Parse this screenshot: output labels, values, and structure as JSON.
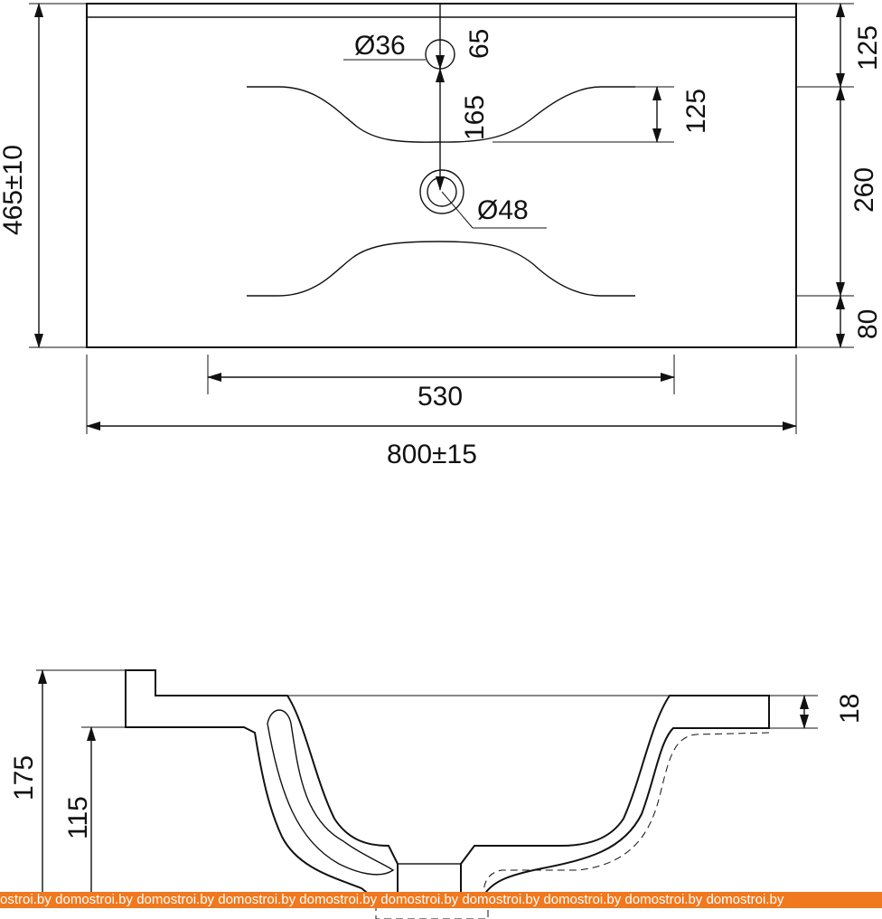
{
  "top_view": {
    "overall_depth": "465±10",
    "overall_width": "800±15",
    "basin_width": "530",
    "overflow_diameter": "Ø36",
    "overflow_offset": "65",
    "drain_diameter": "Ø48",
    "overflow_to_drain": "165",
    "right_dim_top": "125",
    "right_dim_middle": "260",
    "right_dim_bottom": "80",
    "basin_inner_dim": "125"
  },
  "section_view": {
    "total_height": "175",
    "body_height": "115",
    "rim_thickness": "18"
  },
  "watermark": {
    "text": "domostroi.by",
    "leading_fragment": "ostroi.by",
    "repeat": 9,
    "color": "#f0781e"
  }
}
